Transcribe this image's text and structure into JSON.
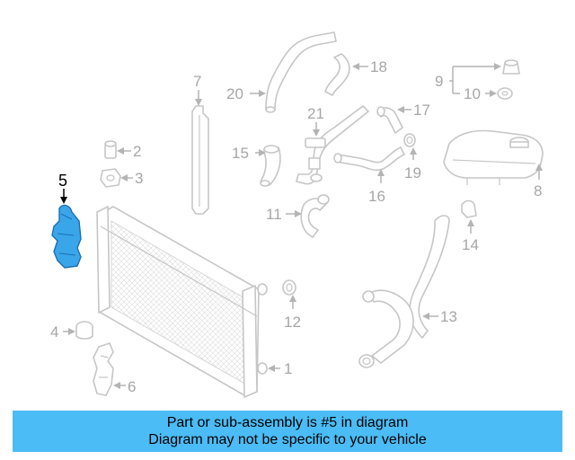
{
  "callouts": {
    "n1": "1",
    "n2": "2",
    "n3": "3",
    "n4": "4",
    "n5": "5",
    "n6": "6",
    "n7": "7",
    "n8": "8",
    "n9": "9",
    "n10": "10",
    "n11": "11",
    "n12": "12",
    "n13": "13",
    "n14": "14",
    "n15": "15",
    "n16": "16",
    "n17": "17",
    "n18": "18",
    "n19": "19",
    "n20": "20",
    "n21": "21"
  },
  "highlighted_part": "5",
  "colors": {
    "highlight": "#3aa6ea",
    "banner": "#4bbcf5",
    "linework": "#c6c6c6"
  },
  "banner": {
    "line1": "Part or sub-assembly is #5 in diagram",
    "line2": "Diagram may not be specific to your vehicle"
  }
}
